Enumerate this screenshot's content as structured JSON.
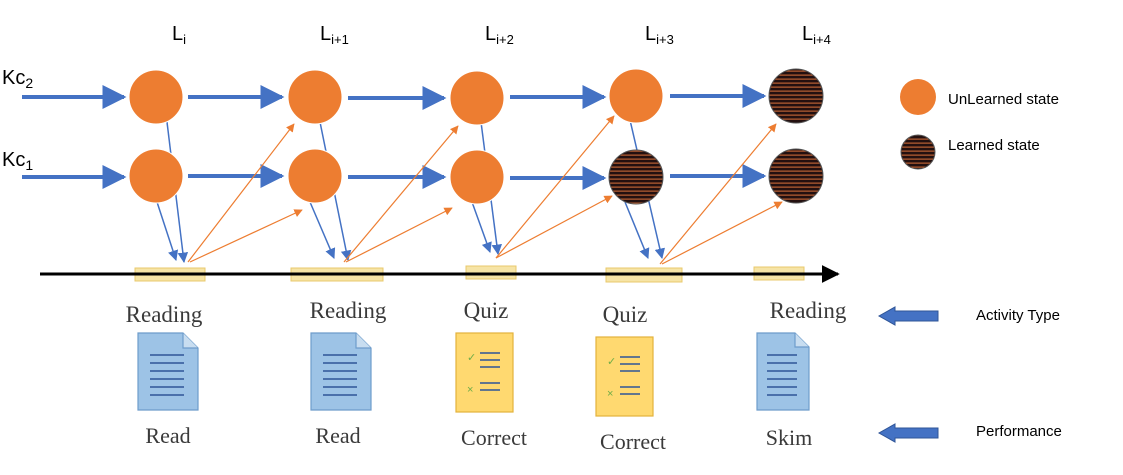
{
  "columns": [
    {
      "label": "L",
      "sub": "i",
      "activity": "Reading",
      "performance": "Read",
      "doc": "reading",
      "kc2_state": "unlearned",
      "kc1_state": "unlearned"
    },
    {
      "label": "L",
      "sub": "i+1",
      "activity": "Reading",
      "performance": "Read",
      "doc": "reading",
      "kc2_state": "unlearned",
      "kc1_state": "unlearned"
    },
    {
      "label": "L",
      "sub": "i+2",
      "activity": "Quiz",
      "performance": "Correct",
      "doc": "quiz",
      "kc2_state": "unlearned",
      "kc1_state": "unlearned"
    },
    {
      "label": "L",
      "sub": "i+3",
      "activity": "Quiz",
      "performance": "Correct",
      "doc": "quiz",
      "kc2_state": "unlearned",
      "kc1_state": "learned"
    },
    {
      "label": "L",
      "sub": "i+4",
      "activity": "Reading",
      "performance": "Skim",
      "doc": "reading",
      "kc2_state": "learned",
      "kc1_state": "learned"
    }
  ],
  "rows": [
    {
      "id": "kc2",
      "label": "Kc",
      "sub": "2"
    },
    {
      "id": "kc1",
      "label": "Kc",
      "sub": "1"
    }
  ],
  "legend": {
    "unlearned": "UnLearned state",
    "learned": "Learned state",
    "activity_type": "Activity Type",
    "performance": "Performance"
  },
  "colors": {
    "node_orange": "#ED7D31",
    "node_learned_dark": "#231010",
    "node_learned_stripe": "#D9713A",
    "arrow_blue": "#4472C4",
    "arrow_orange": "#ED7D31",
    "timeline": "#000000",
    "timeline_segment": "#F6E4A6",
    "doc_reading_fill": "#9DC3E6",
    "doc_quiz_fill": "#FFD970",
    "check_green": "#70AD47"
  }
}
